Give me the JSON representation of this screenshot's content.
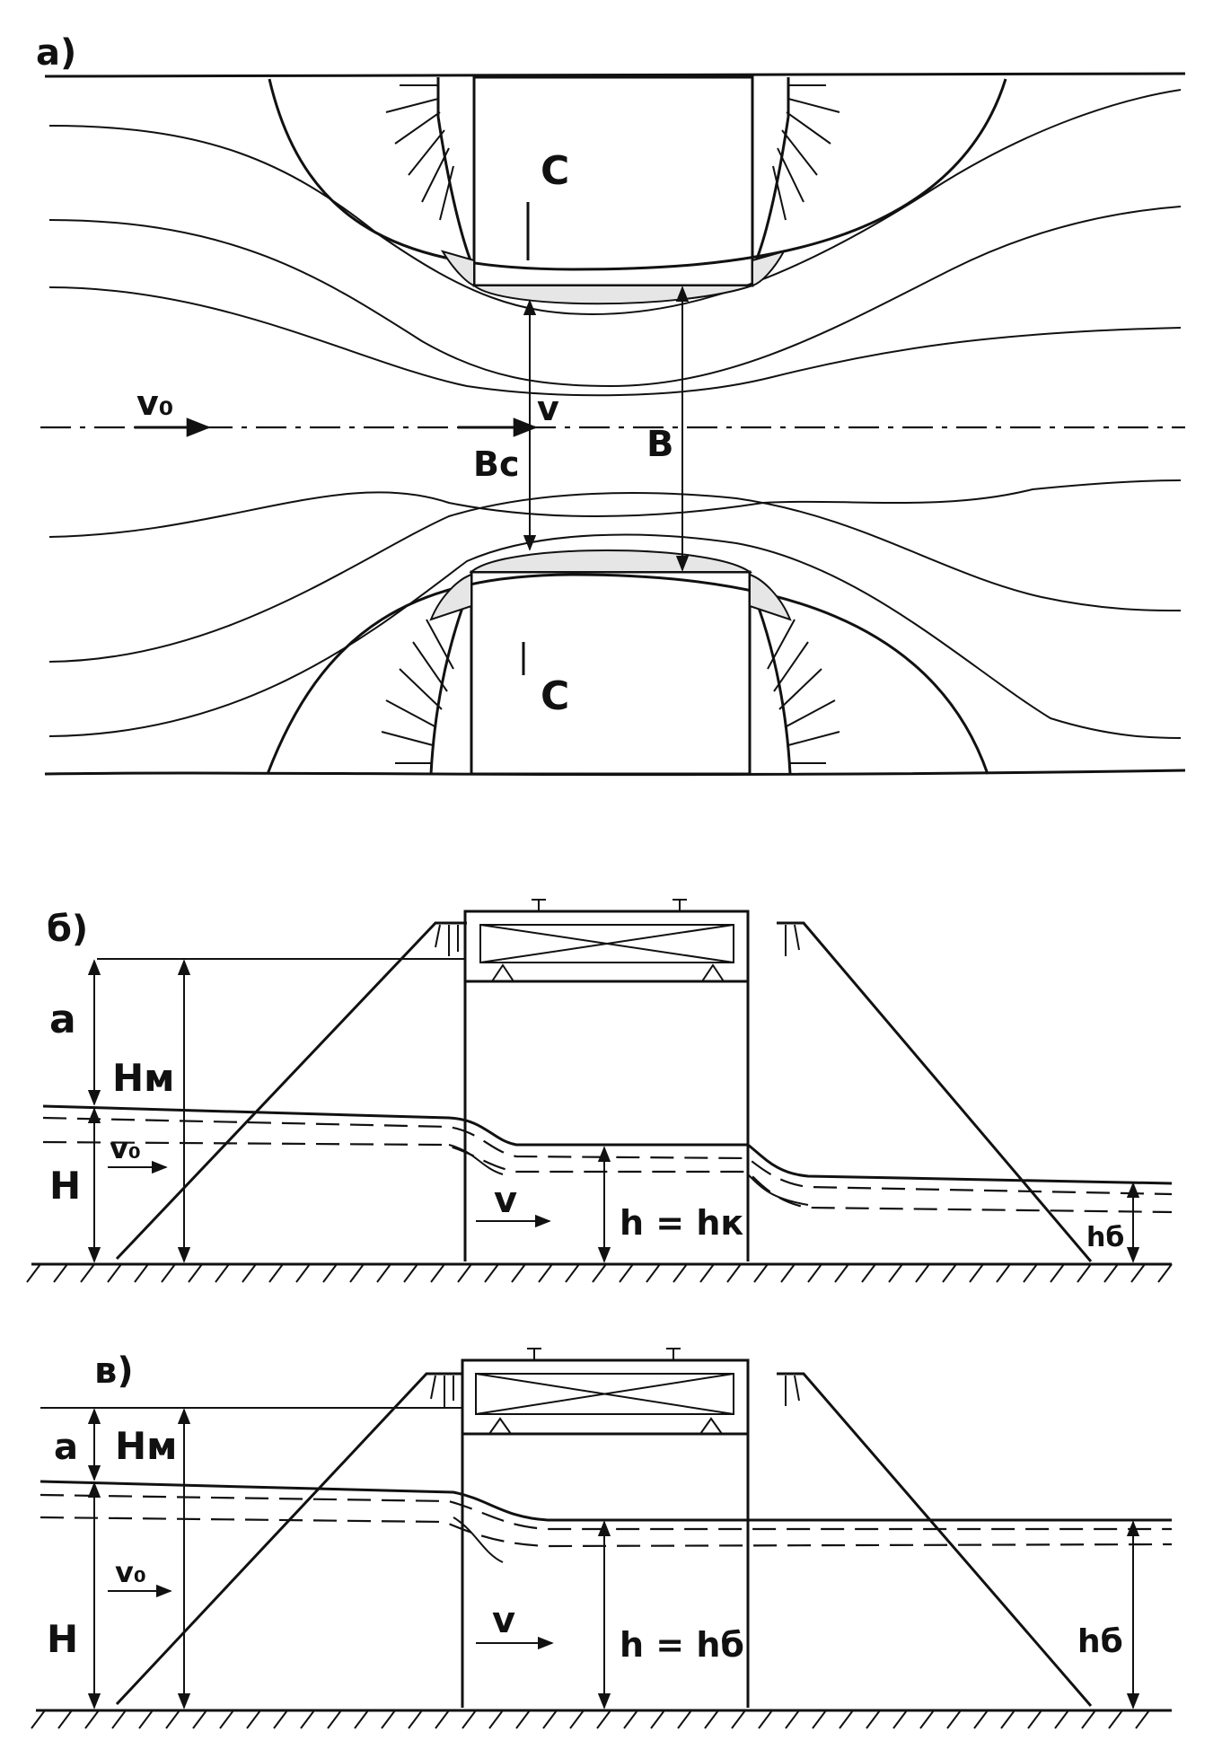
{
  "panels": {
    "a": {
      "tag": "a)",
      "pier_top": "C",
      "pier_bottom": "C",
      "v0": "v₀",
      "v": "v",
      "bc": "Bc",
      "b": "B"
    },
    "b": {
      "tag": "б)",
      "a": "a",
      "hm": "Hм",
      "h": "H",
      "v0": "v₀",
      "v": "v",
      "h_eq": "h = hк",
      "hb": "hб"
    },
    "c": {
      "tag": "в)",
      "a": "a",
      "hm": "Hм",
      "h": "H",
      "v0": "v₀",
      "v": "v",
      "h_eq": "h = hб",
      "hb": "hб"
    }
  }
}
